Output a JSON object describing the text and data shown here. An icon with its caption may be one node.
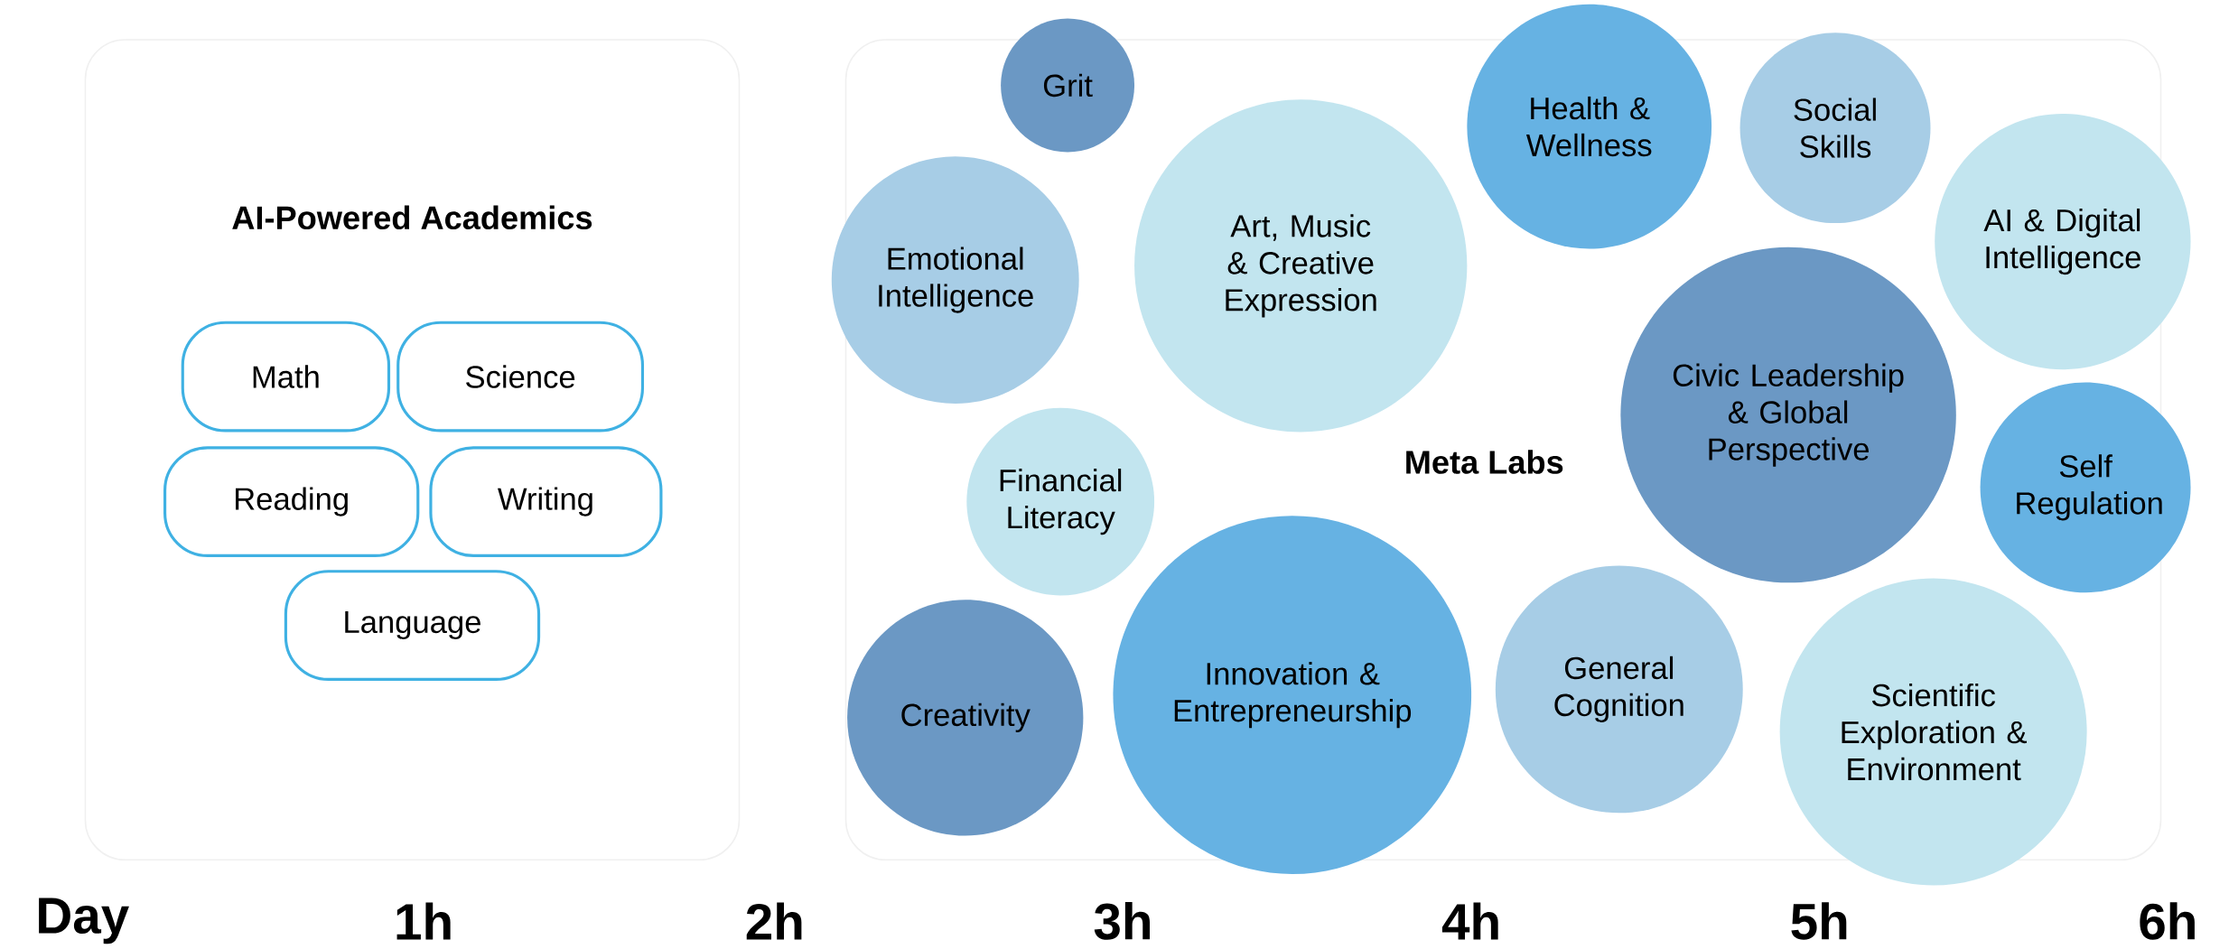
{
  "diagram": {
    "nodes": [
      {
        "text": [
          "AI-Powered Academics"
        ]
      },
      {
        "text": [
          "Math"
        ],
        "in": 0
      },
      {
        "text": [
          "Science"
        ],
        "in": 0
      },
      {
        "text": [
          "Reading"
        ],
        "in": 0
      },
      {
        "text": [
          "Writing"
        ],
        "in": 0
      },
      {
        "text": [
          "Language"
        ],
        "in": 0
      },
      {
        "text": [
          "Meta Labs"
        ]
      },
      {
        "text": [
          "Grit"
        ]
      },
      {
        "text": [
          "Emotional Intelligence"
        ],
        "in": 6
      },
      {
        "text": [
          "Art, Music & Creative Expression"
        ],
        "in": 6
      },
      {
        "text": [
          "Health & Wellness"
        ]
      },
      {
        "text": [
          "Social Skills"
        ],
        "in": 6
      },
      {
        "text": [
          "AI & Digital Intelligence"
        ]
      },
      {
        "text": [
          "Financial Literacy"
        ],
        "in": 6
      },
      {
        "text": [
          "Civic Leadership & Global Perspective"
        ],
        "in": 6
      },
      {
        "text": [
          "Self Regulation"
        ]
      },
      {
        "text": [
          "Creativity"
        ],
        "in": 6
      },
      {
        "text": [
          "Innovation & Entrepreneurship"
        ],
        "in": 6
      },
      {
        "text": [
          "General Cognition"
        ],
        "in": 6
      },
      {
        "text": [
          "Scientific Exploration & Environment"
        ],
        "in": 6
      }
    ],
    "labels": [
      "Day",
      "1h",
      "2h",
      "3h",
      "4h",
      "5h",
      "6h"
    ]
  }
}
